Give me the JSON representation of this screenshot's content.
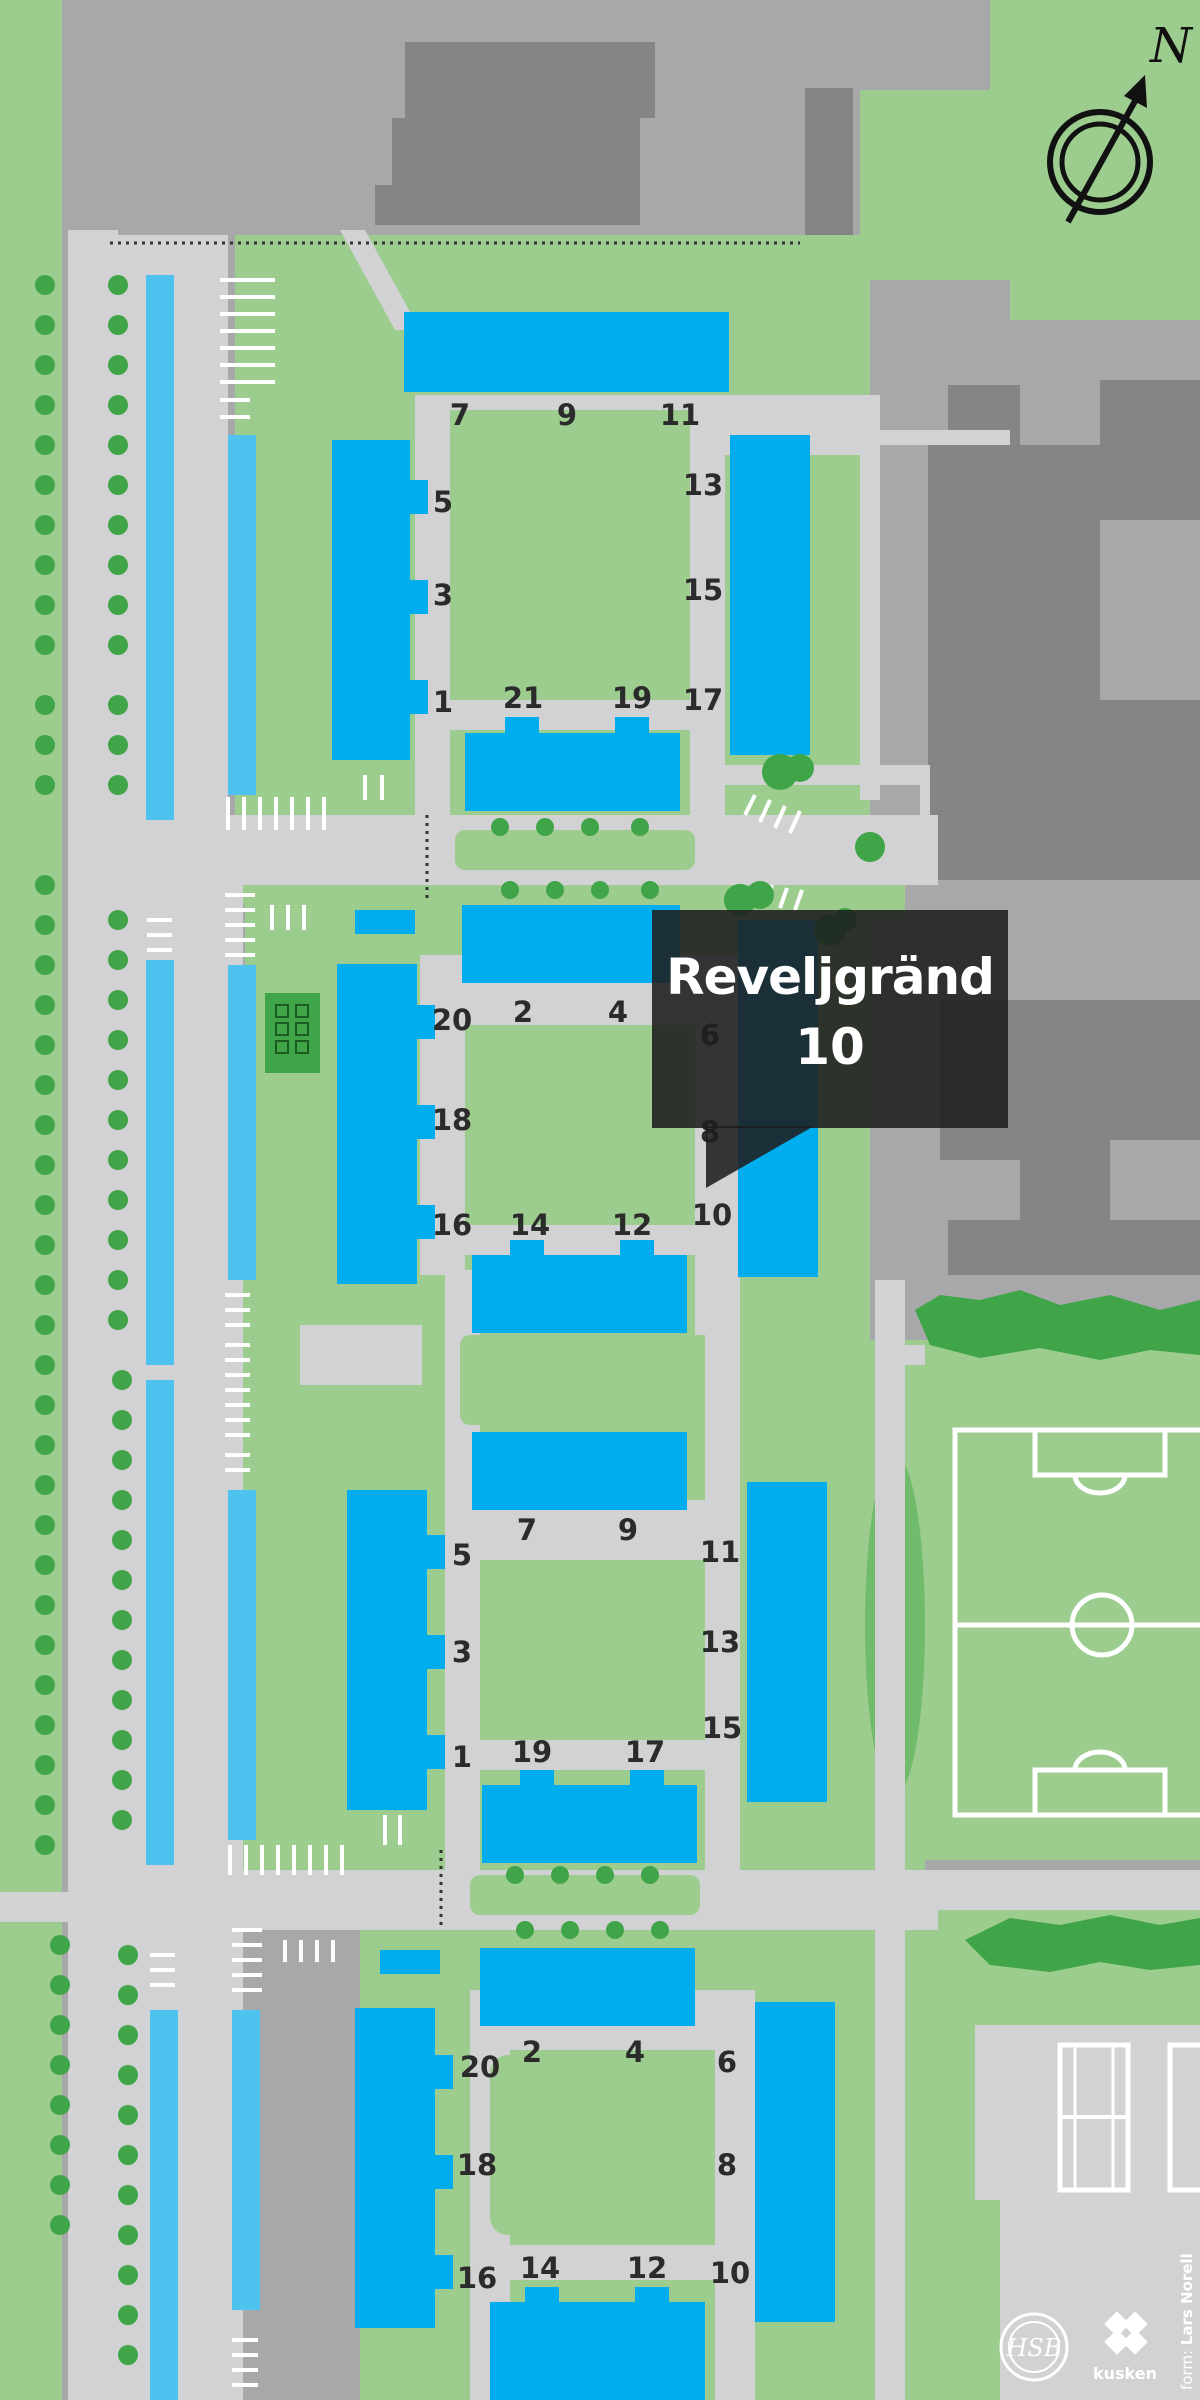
{
  "map": {
    "street_labels_north": [
      "7",
      "9",
      "11",
      "13",
      "15",
      "17",
      "19",
      "21",
      "1",
      "3",
      "5"
    ],
    "street_labels_mid": [
      "2",
      "4",
      "6",
      "8",
      "10",
      "12",
      "14",
      "16",
      "18",
      "20"
    ],
    "block_a_upper": {
      "n7": "7",
      "n9": "9",
      "n11": "11",
      "n13": "13",
      "n15": "15",
      "n17": "17",
      "n19": "19",
      "n21": "21",
      "n1": "1",
      "n3": "3",
      "n5": "5"
    },
    "block_a_lower": {
      "n2": "2",
      "n4": "4",
      "n6": "6",
      "n8": "8",
      "n10": "10",
      "n12": "12",
      "n14": "14",
      "n16": "16",
      "n18": "18",
      "n20": "20"
    },
    "block_b_upper": {
      "n7": "7",
      "n9": "9",
      "n11": "11",
      "n13": "13",
      "n15": "15",
      "n17": "17",
      "n19": "19",
      "n1": "1",
      "n3": "3",
      "n5": "5"
    },
    "block_b_lower": {
      "n2": "2",
      "n4": "4",
      "n6": "6",
      "n8": "8",
      "n10": "10",
      "n12": "12",
      "n14": "14",
      "n16": "16",
      "n18": "18",
      "n20": "20"
    }
  },
  "callout": {
    "street": "Reveljgränd",
    "number": "10"
  },
  "compass": {
    "letter": "N"
  },
  "logos": {
    "kusken": "kusken"
  },
  "credit": {
    "prefix": "form: ",
    "name": "Lars Norell"
  },
  "colors": {
    "building": "#00aeef",
    "grass": "#9ccc8e",
    "road": "#d2d2d4",
    "background": "#a8a8ab",
    "dark_building": "#858585"
  }
}
